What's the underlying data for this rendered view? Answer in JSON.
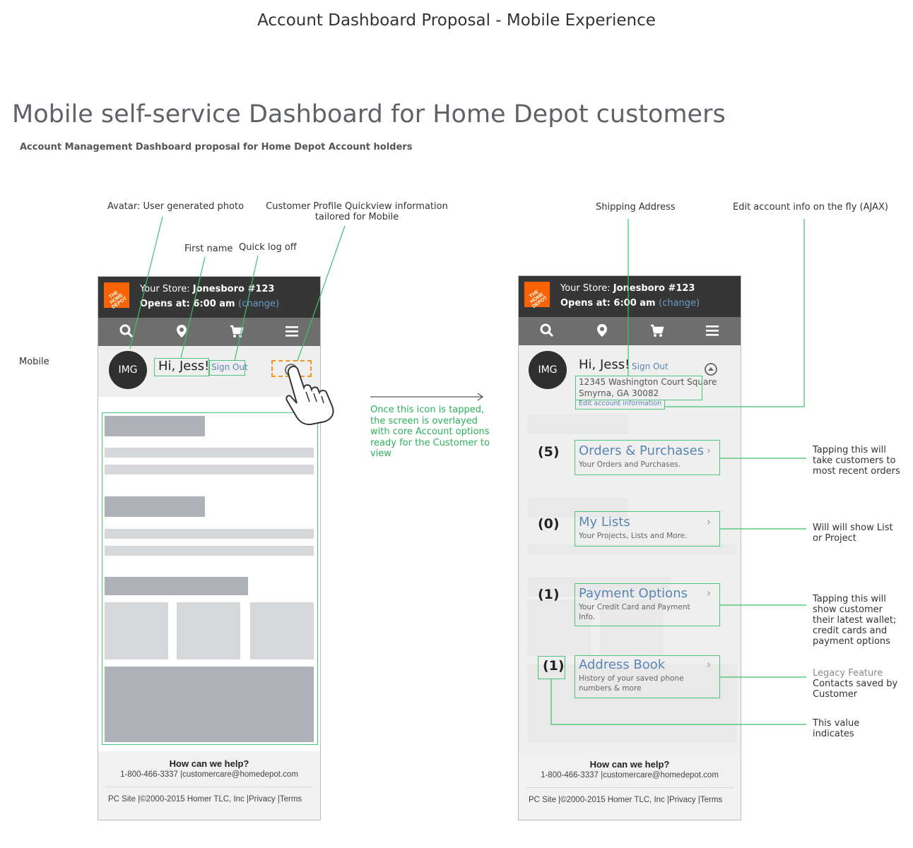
{
  "page_title": "Account Dashboard Proposal - Mobile Experience",
  "main_heading": "Mobile self-service Dashboard for Home Depot customers",
  "sub_heading": "Account Management Dashboard proposal for Home Depot Account holders",
  "side_label": "Mobile",
  "annotations": {
    "avatar": "Avatar: User generated photo",
    "profile_quickview": "Customer Profile Quickview information tailored for Mobile",
    "first_name": "First name",
    "quick_logoff": "Quick log off",
    "shipping_address": "Shipping Address",
    "edit_account": "Edit account info on the fly (AJAX)",
    "tapped_note": "Once this icon is tapped, the screen is overlayed with core Account options ready for the Customer to view",
    "orders_note": "Tapping this will take customers to most recent orders",
    "lists_note": "Will will show List or Project",
    "payment_note": "Tapping this will show customer their latest wallet; credit cards and payment options",
    "legacy_label": "Legacy Feature",
    "address_note": "Contacts saved by Customer",
    "value_note": "This value indicates"
  },
  "phone": {
    "logo_text": "THE HOME DEPOT",
    "store_label": "Your Store:",
    "store_name": "Jonesboro #123",
    "opens_label": "Opens at: 6:00 am",
    "change_link": "(change)",
    "nav_icons": [
      "search-icon",
      "location-pin-icon",
      "cart-icon",
      "menu-icon"
    ],
    "avatar_text": "IMG",
    "greeting": "Hi, Jess!",
    "sign_out": "Sign Out",
    "address_line1": "12345 Washington Court Square",
    "address_line2": "Smyrna, GA 30082",
    "edit_link": "Edit account information",
    "help_title": "How can we help?",
    "help_contact": "1-800-466-3337 |customercare@homedepot.com",
    "footer_links": "PC Site |©2000-2015 Homer TLC, Inc |Privacy |Terms"
  },
  "account_options": [
    {
      "count": "(5)",
      "title": "Orders & Purchases",
      "desc": "Your Orders and Purchases."
    },
    {
      "count": "(0)",
      "title": "My Lists",
      "desc": "Your Projects, Lists and More."
    },
    {
      "count": "(1)",
      "title": "Payment Options",
      "desc": "Your Credit Card and Payment Info."
    },
    {
      "count": "(1)",
      "title": "Address Book",
      "desc": "History of your saved phone numbers & more"
    }
  ],
  "colors": {
    "annotation_green": "#2bb15a",
    "box_green": "#4fc27a",
    "highlight_orange": "#f7921e",
    "header_dark": "#363636",
    "nav_gray": "#6e6e6e",
    "link_blue": "#5a86b3",
    "brand_orange": "#f96302"
  }
}
